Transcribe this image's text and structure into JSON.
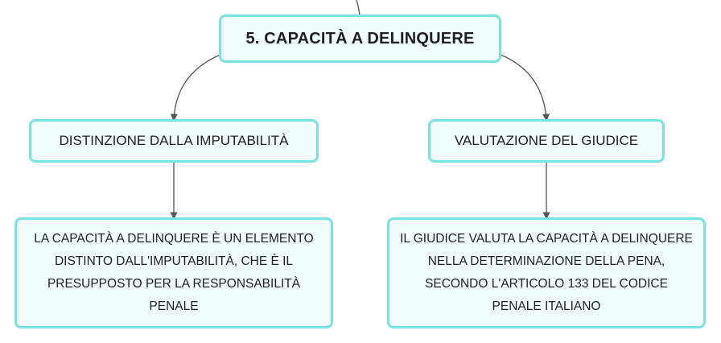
{
  "map": {
    "root": {
      "label": "5. CAPACITÀ A DELINQUERE"
    },
    "branches": [
      {
        "label": "DISTINZIONE DALLA IMPUTABILITÀ",
        "child": "LA CAPACITÀ A DELINQUERE È UN ELEMENTO DISTINTO DALL'IMPUTABILITÀ, CHE È IL PRESUPPOSTO PER LA RESPONSABILITÀ PENALE"
      },
      {
        "label": "VALUTAZIONE DEL GIUDICE",
        "child": "IL GIUDICE VALUTA LA CAPACITÀ A DELINQUERE NELLA DETERMINAZIONE DELLA PENA, SECONDO L'ARTICOLO 133 DEL CODICE PENALE ITALIANO"
      }
    ]
  },
  "colors": {
    "node_border": "#79e2e4",
    "node_fill": "#f1fcfc",
    "connector": "#555555",
    "text": "#1f1f1f"
  }
}
